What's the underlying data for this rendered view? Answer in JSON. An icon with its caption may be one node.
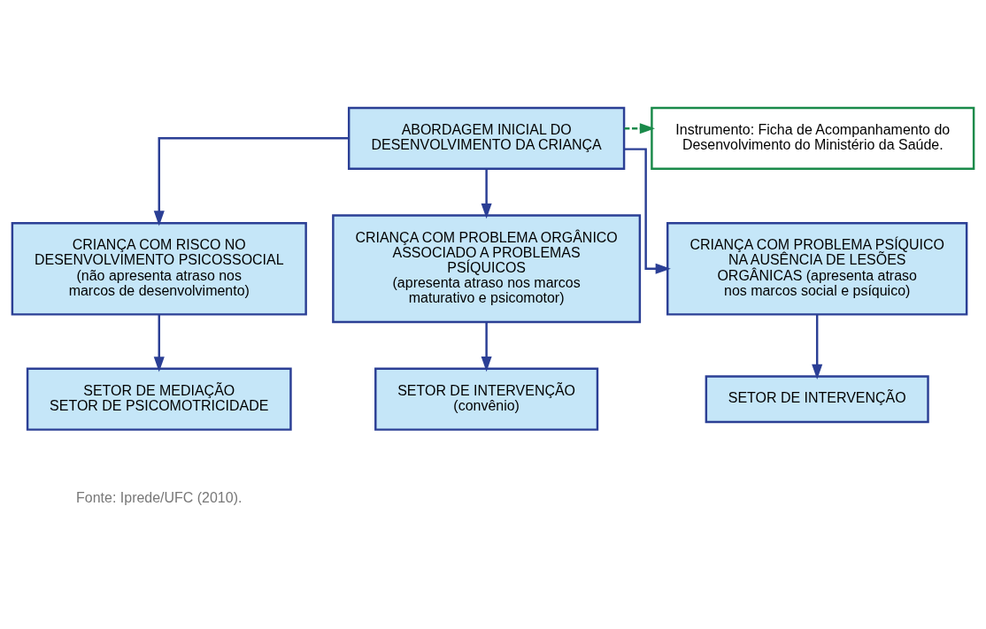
{
  "diagram": {
    "nodes": [
      {
        "text": [
          "ABORDAGEM INICIAL DO DESENVOLVIMENTO DA CRIANÇA"
        ]
      },
      {
        "text": [
          "Instrumento: Ficha de Acompanhamento do Desenvolvimento do Ministério da Saúde."
        ]
      },
      {
        "text": [
          "CRIANÇA COM RISCO NO DESENVOLVIMENTO PSICOSSOCIAL",
          "(não apresenta atraso nos marcos de desenvolvimento)"
        ]
      },
      {
        "text": [
          "CRIANÇA COM PROBLEMA ORGÂNICO ASSOCIADO A PROBLEMAS PSÍQUICOS",
          "(apresenta atraso nos marcos maturativo e psicomotor)"
        ]
      },
      {
        "text": [
          "CRIANÇA COM PROBLEMA PSÍQUICO NA AUSÊNCIA DE LESÕES ORGÂNICAS (apresenta atraso nos marcos social e psíquico)"
        ]
      },
      {
        "text": [
          "SETOR DE MEDIAÇÃO",
          "SETOR DE PSICOMOTRICIDADE"
        ]
      },
      {
        "text": [
          "SETOR DE INTERVENÇÃO",
          "(convênio)"
        ]
      },
      {
        "text": [
          "SETOR DE INTERVENÇÃO"
        ]
      }
    ],
    "edges": [
      {
        "from": 0,
        "to": 1,
        "arrow": "to",
        "style": "dashed",
        "color": "#1a8a4a"
      },
      {
        "from": 0,
        "to": 2,
        "arrow": "to"
      },
      {
        "from": 0,
        "to": 3,
        "arrow": "to"
      },
      {
        "from": 0,
        "to": 4,
        "arrow": "to"
      },
      {
        "from": 2,
        "to": 5,
        "arrow": "to"
      },
      {
        "from": 3,
        "to": 6,
        "arrow": "to"
      },
      {
        "from": 4,
        "to": 7,
        "arrow": "to"
      }
    ],
    "labels": [
      "Fonte: Iprede/UFC (2010)."
    ]
  }
}
